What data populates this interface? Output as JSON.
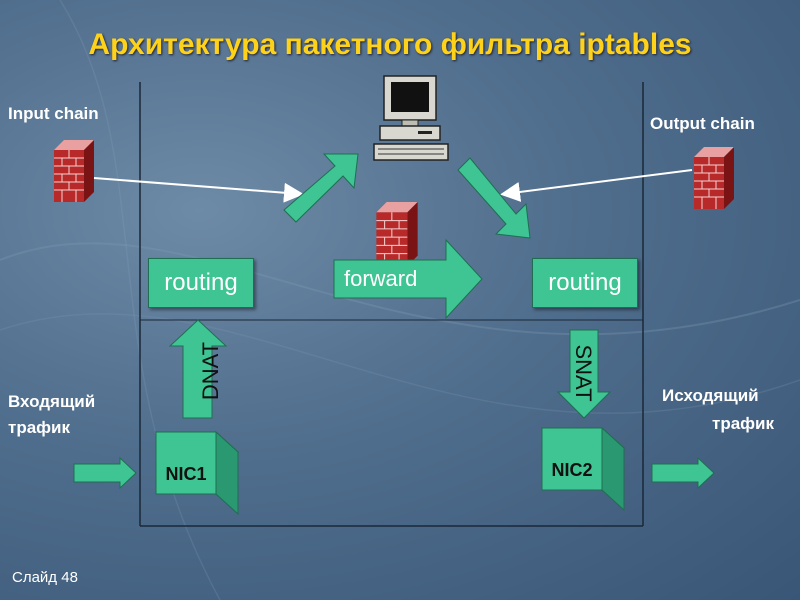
{
  "title": "Архитектура пакетного фильтра iptables",
  "labels": {
    "input_chain": "Input chain",
    "output_chain": "Output chain",
    "incoming_line1": "Входящий",
    "incoming_line2": "трафик",
    "outgoing_line1": "Исходящий",
    "outgoing_line2": "трафик"
  },
  "boxes": {
    "routing_left": "routing",
    "forward": "forward",
    "routing_right": "routing",
    "nic1": "NIC1",
    "nic2": "NIC2"
  },
  "arrows": {
    "dnat": "DNAT",
    "snat": "SNAT"
  },
  "footer": "Слайд 48",
  "colors": {
    "title": "#ffd21a",
    "box": "#3fc493",
    "background": "#4f6d8c"
  }
}
